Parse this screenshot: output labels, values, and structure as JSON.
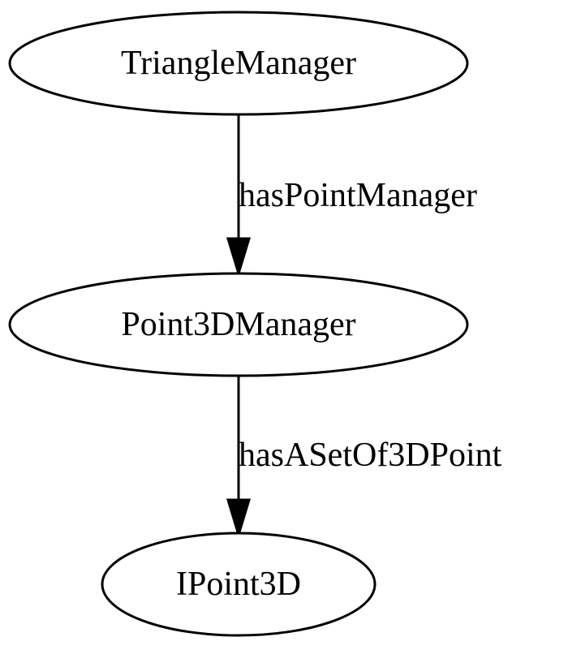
{
  "nodes": [
    {
      "id": "TriangleManager",
      "label": "TriangleManager"
    },
    {
      "id": "Point3DManager",
      "label": "Point3DManager"
    },
    {
      "id": "IPoint3D",
      "label": "IPoint3D"
    }
  ],
  "edges": [
    {
      "from": "TriangleManager",
      "to": "Point3DManager",
      "label": "hasPointManager"
    },
    {
      "from": "Point3DManager",
      "to": "IPoint3D",
      "label": "hasASetOf3DPoint"
    }
  ]
}
